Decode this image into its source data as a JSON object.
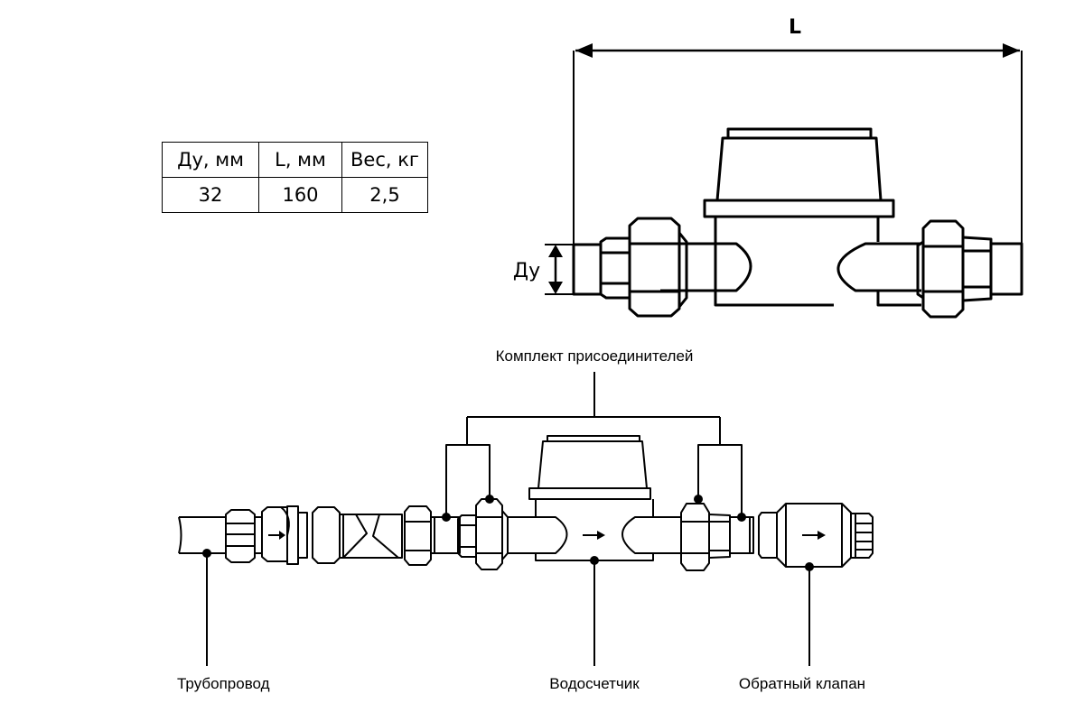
{
  "spec_table": {
    "headers": [
      "Ду, мм",
      "L, мм",
      "Вес, кг"
    ],
    "rows": [
      [
        "32",
        "160",
        "2,5"
      ]
    ]
  },
  "dimension_drawing": {
    "length_label": "L",
    "diameter_label": "Ду"
  },
  "installation_scheme": {
    "connector_kit_label": "Комплект присоединителей",
    "callouts": {
      "pipeline": "Трубопровод",
      "water_meter": "Водосчетчик",
      "check_valve": "Обратный клапан"
    },
    "flow_direction": "left-to-right"
  },
  "colors": {
    "line": "#000000",
    "background": "#ffffff"
  }
}
